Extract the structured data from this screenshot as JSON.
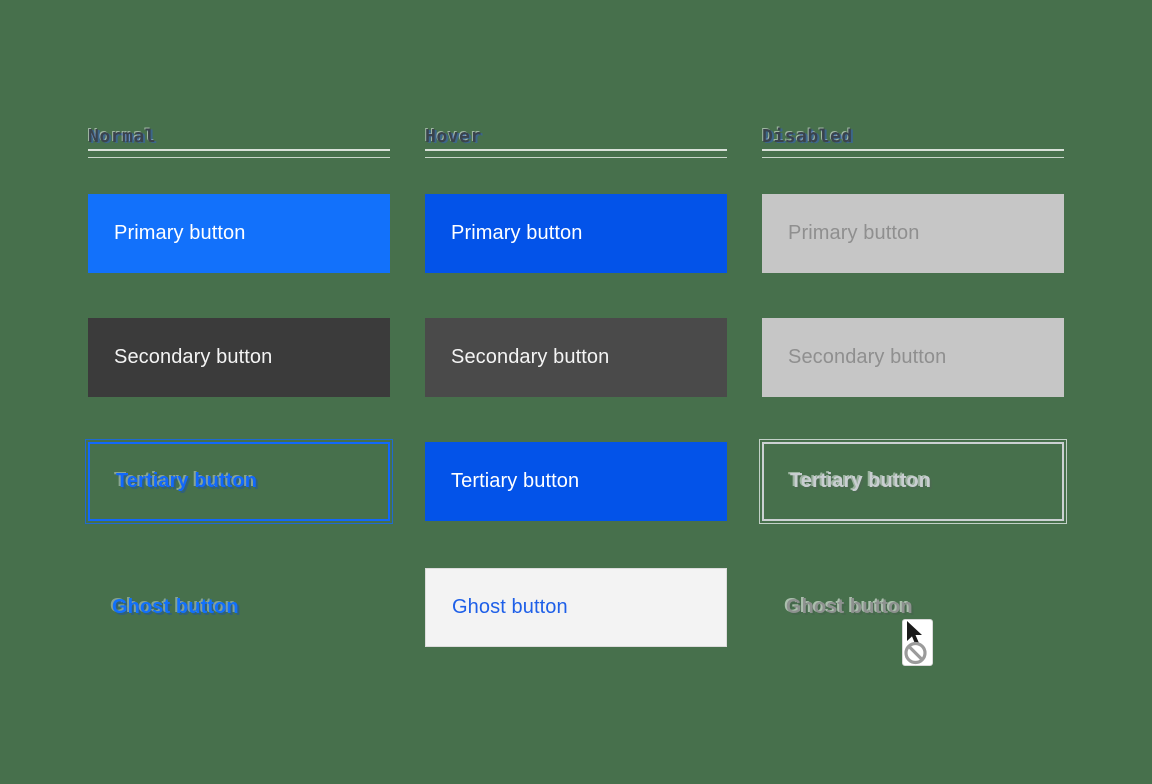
{
  "canvas": {
    "background_color": "#47704c"
  },
  "grid": {
    "columns": [
      {
        "id": "normal",
        "header": "Normal",
        "buttons": [
          {
            "type": "primary",
            "label": "Primary button"
          },
          {
            "type": "secondary",
            "label": "Secondary button"
          },
          {
            "type": "tertiary",
            "label": "Tertiary button"
          },
          {
            "type": "ghost",
            "label": "Ghost button"
          }
        ]
      },
      {
        "id": "hover",
        "header": "Hover",
        "buttons": [
          {
            "type": "primary",
            "label": "Primary button"
          },
          {
            "type": "secondary",
            "label": "Secondary button"
          },
          {
            "type": "tertiary",
            "label": "Tertiary button"
          },
          {
            "type": "ghost",
            "label": "Ghost button"
          }
        ]
      },
      {
        "id": "disabled",
        "header": "Disabled",
        "buttons": [
          {
            "type": "primary",
            "label": "Primary button"
          },
          {
            "type": "secondary",
            "label": "Secondary button"
          },
          {
            "type": "tertiary",
            "label": "Tertiary button"
          },
          {
            "type": "ghost",
            "label": "Ghost button"
          }
        ]
      }
    ]
  },
  "colors": {
    "background": "#47704c",
    "primary_normal": "#1271fb",
    "primary_hover": "#0353e9",
    "secondary_normal": "#3b3b3b",
    "secondary_hover": "#4a4a4a",
    "disabled_background": "#c6c6c6",
    "disabled_text": "#8f8f8f",
    "tertiary_blue": "#1268fb",
    "ghost_hover_background": "#f3f3f3",
    "header_text": "#3a434d"
  },
  "icons": {
    "cursor": "not-allowed-cursor"
  }
}
